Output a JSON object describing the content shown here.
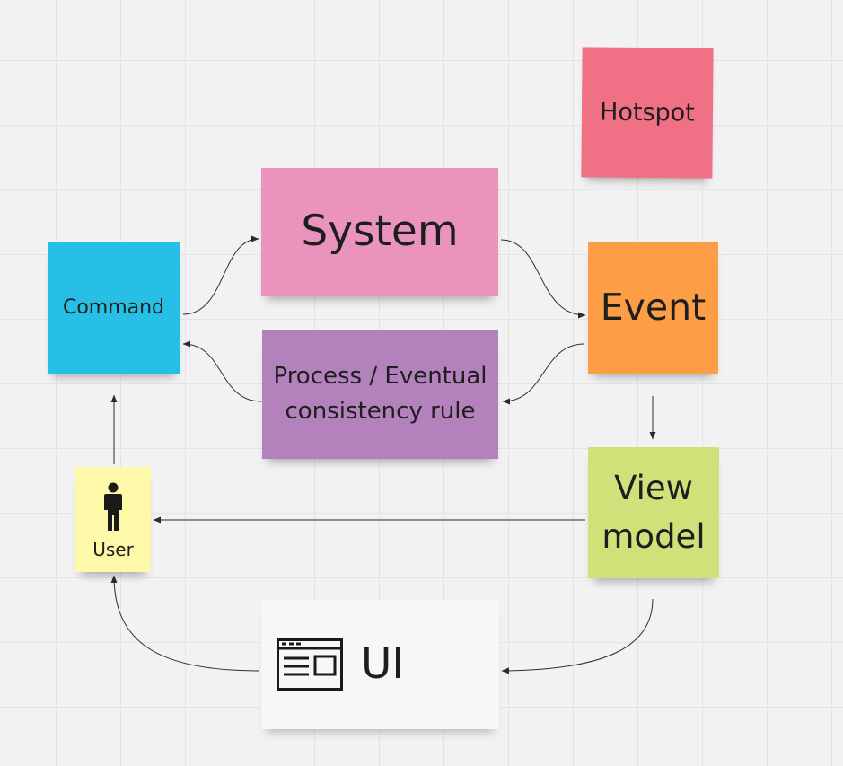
{
  "board": {
    "background": "#f2f2f2",
    "grid_color": "#e4e4e4"
  },
  "notes": {
    "command": {
      "label": "Command",
      "color": "#28bfe6"
    },
    "system": {
      "label": "System",
      "color": "#ea94bd"
    },
    "hotspot": {
      "label": "Hotspot",
      "color": "#f07086"
    },
    "event": {
      "label": "Event",
      "color": "#fd9e47"
    },
    "process": {
      "label": "Process / Eventual consistency rule",
      "color": "#b382bd"
    },
    "user": {
      "label": "User",
      "color": "#fdf9a8",
      "icon": "person-icon"
    },
    "view_model": {
      "label": "View model",
      "color": "#d0e17a"
    },
    "ui": {
      "label": "UI",
      "color": "#f7f7f7",
      "icon": "browser-window-icon"
    }
  },
  "connectors": [
    {
      "from": "command",
      "to": "system"
    },
    {
      "from": "system",
      "to": "event"
    },
    {
      "from": "event",
      "to": "process"
    },
    {
      "from": "process",
      "to": "command"
    },
    {
      "from": "event",
      "to": "view_model"
    },
    {
      "from": "view_model",
      "to": "user"
    },
    {
      "from": "user",
      "to": "command"
    },
    {
      "from": "view_model",
      "to": "ui"
    },
    {
      "from": "ui",
      "to": "user"
    }
  ]
}
